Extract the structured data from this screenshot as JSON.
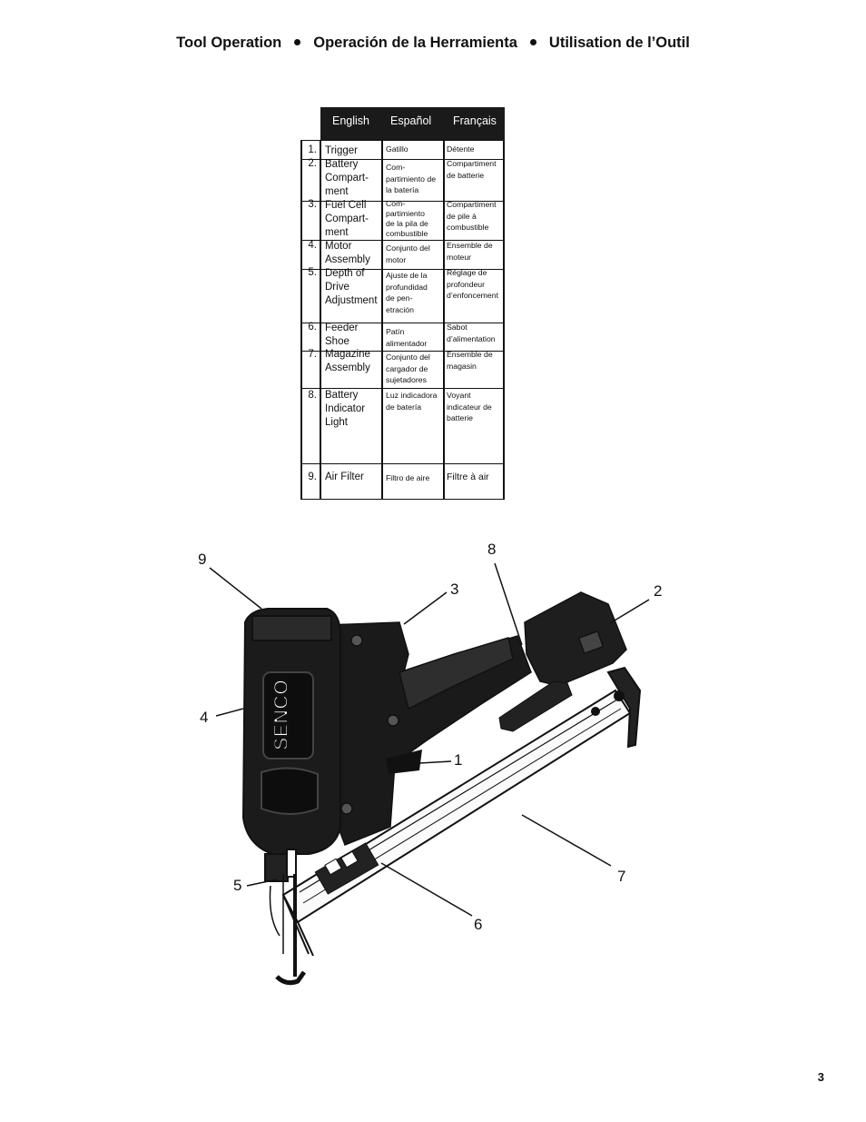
{
  "header": {
    "title_en": "Tool Operation",
    "title_es": "Operación de la Herramienta",
    "title_fr": "Utilisation de l’Outil"
  },
  "table": {
    "columns": [
      "English",
      "Español",
      "Français"
    ],
    "rows": [
      {
        "num": "1.",
        "en": "Trigger",
        "es": "Gatillo",
        "fr": "Détente"
      },
      {
        "num": "2.",
        "en": "Battery Compart- ment",
        "es": "Com- partimiento de la batería",
        "fr": "Compartiment de batterie"
      },
      {
        "num": "3.",
        "en": "Fuel Cell Compart- ment",
        "es": "Com- partimiento de la pila de combustible",
        "fr": "Compartiment de pile à combustible"
      },
      {
        "num": "4.",
        "en": "Motor Assembly",
        "es": "Conjunto del motor",
        "fr": "Ensemble de moteur"
      },
      {
        "num": "5.",
        "en": "Depth of Drive Adjustment",
        "es": "Ajuste de la profundidad de pen- etración",
        "fr": "Réglage de profondeur d’enfoncement"
      },
      {
        "num": "6.",
        "en": "Feeder Shoe",
        "es": "Patín alimentador",
        "fr": "Sabot d’alimentation"
      },
      {
        "num": "7.",
        "en": "Magazine Assembly",
        "es": "Conjunto del cargador de sujetadores",
        "fr": "Ensemble de magasin"
      },
      {
        "num": "8.",
        "en": "Battery Indicator Light",
        "es": "Luz indicadora de batería",
        "fr": "Voyant indicateur de batterie"
      },
      {
        "num": "9.",
        "en": "Air Filter",
        "es": "Filtro de aire",
        "fr": "Filtre à air"
      }
    ]
  },
  "diagram": {
    "brand": "SENCO",
    "callouts": [
      "9",
      "8",
      "3",
      "2",
      "4",
      "1",
      "5",
      "7",
      "6"
    ]
  },
  "page_number": "3"
}
